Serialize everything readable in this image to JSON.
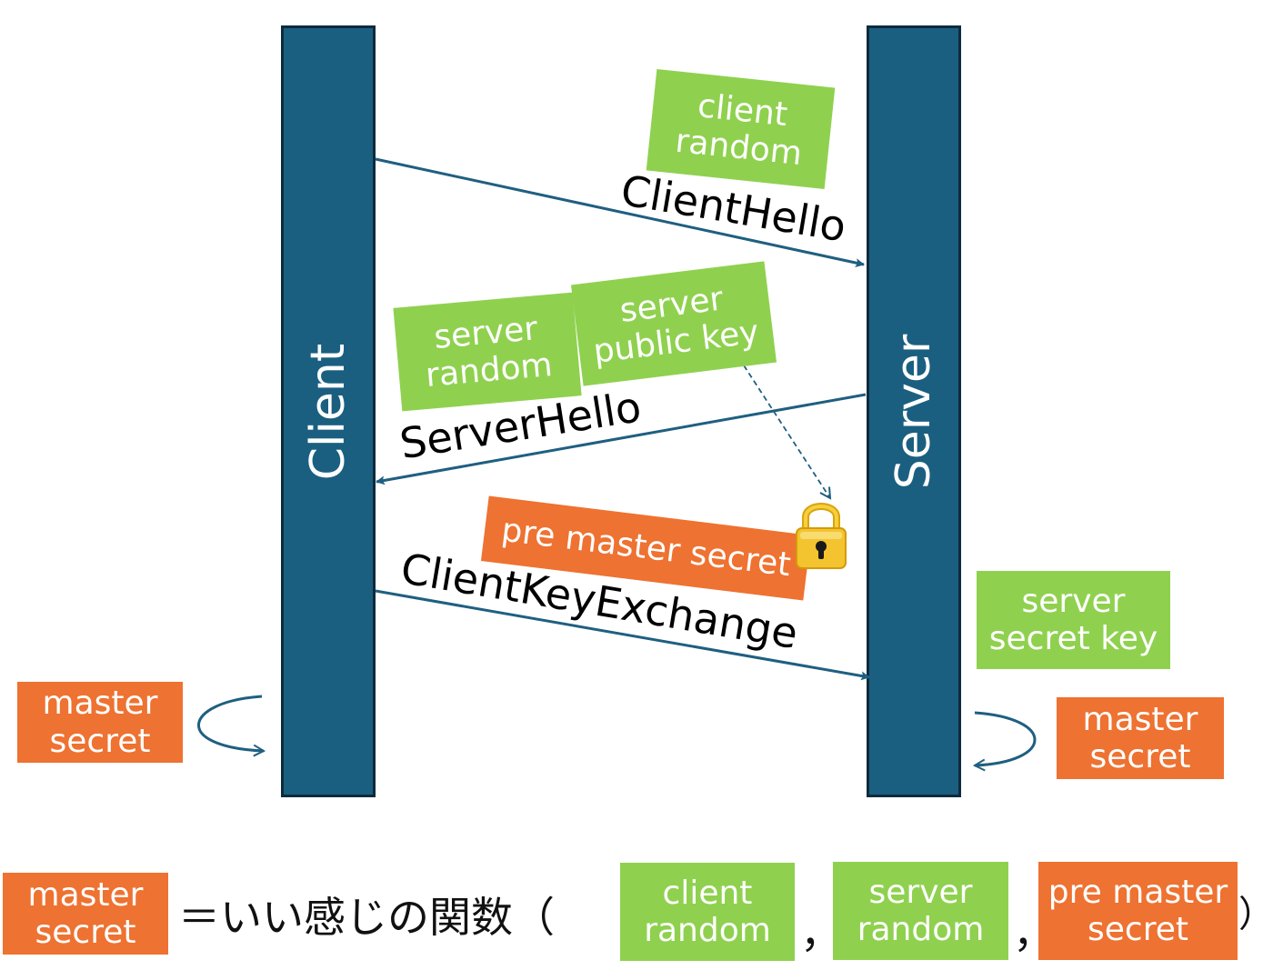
{
  "lanes": {
    "client": "Client",
    "server": "Server"
  },
  "messages": {
    "client_hello": "ClientHello",
    "server_hello": "ServerHello",
    "client_key_exchange": "ClientKeyExchange"
  },
  "boxes": {
    "client_random": "client\nrandom",
    "server_random": "server\nrandom",
    "server_public_key": "server\npublic key",
    "pre_master_secret": "pre master secret",
    "server_secret_key": "server\nsecret key",
    "client_master_secret": "master\nsecret",
    "server_master_secret": "master\nsecret"
  },
  "formula": {
    "result": "master\nsecret",
    "equals_text": "＝いい感じの関数（",
    "arg1": "client\nrandom",
    "sep1": "，",
    "arg2": "server\nrandom",
    "sep2": "，",
    "arg3": "pre master\nsecret",
    "close": "）"
  },
  "icons": {
    "lock": "lock-icon"
  },
  "colors": {
    "lane": "#1b5f80",
    "arrow": "#1f5f80",
    "green": "#8fd14f",
    "orange": "#ee7231"
  }
}
